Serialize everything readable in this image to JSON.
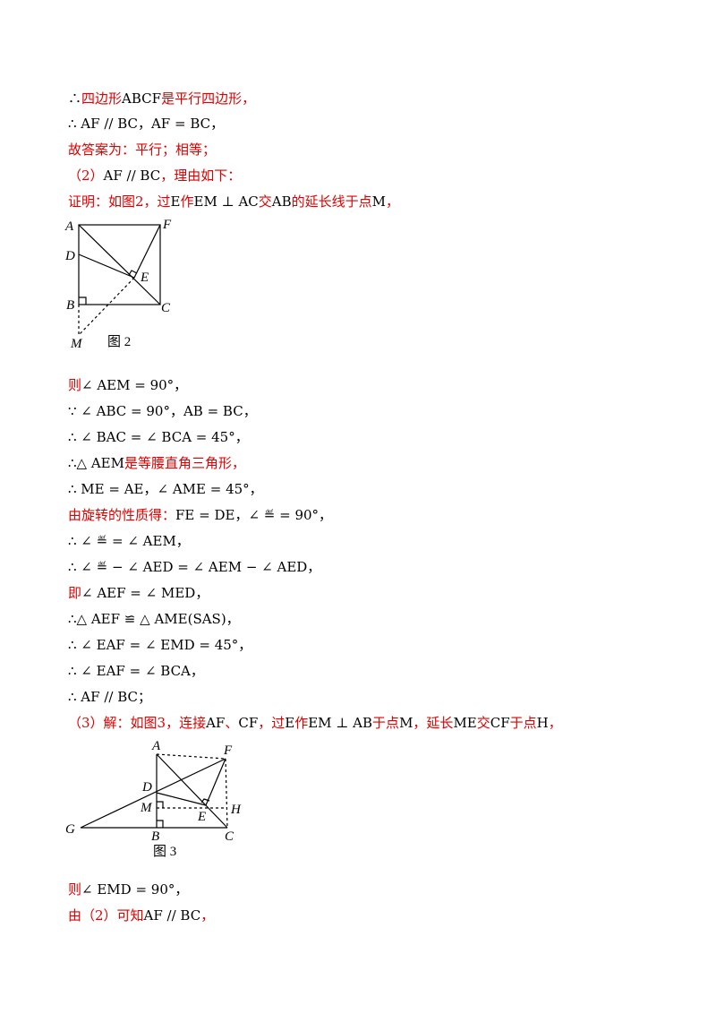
{
  "lines": [
    {
      "id": 1,
      "segments": [
        {
          "t": "∴",
          "c": "blk"
        },
        {
          "t": "四边形",
          "c": "red"
        },
        {
          "t": "ABCF",
          "c": "blk"
        },
        {
          "t": "是平行四边形，",
          "c": "red"
        }
      ]
    },
    {
      "id": 2,
      "segments": [
        {
          "t": "∴ AF // BC，AF = BC，",
          "c": "blk"
        }
      ]
    },
    {
      "id": 3,
      "segments": [
        {
          "t": "故答案为：平行；相等；",
          "c": "red"
        }
      ]
    },
    {
      "id": 4,
      "segments": [
        {
          "t": "（2）",
          "c": "red"
        },
        {
          "t": "AF // BC",
          "c": "blk"
        },
        {
          "t": "，理由如下：",
          "c": "red"
        }
      ]
    },
    {
      "id": 5,
      "segments": [
        {
          "t": "证明：如图2，过",
          "c": "red"
        },
        {
          "t": "E",
          "c": "blk"
        },
        {
          "t": "作",
          "c": "red"
        },
        {
          "t": "EM ⊥ AC",
          "c": "blk"
        },
        {
          "t": "交",
          "c": "red"
        },
        {
          "t": "AB",
          "c": "blk"
        },
        {
          "t": "的延长线于点",
          "c": "red"
        },
        {
          "t": "M",
          "c": "blk"
        },
        {
          "t": "，",
          "c": "red"
        }
      ]
    },
    {
      "id": 6,
      "segments": [
        {
          "t": "则",
          "c": "red"
        },
        {
          "t": "∠ AEM = 90°，",
          "c": "blk"
        }
      ]
    },
    {
      "id": 7,
      "segments": [
        {
          "t": "∵ ∠ ABC = 90°，AB = BC，",
          "c": "blk"
        }
      ]
    },
    {
      "id": 8,
      "segments": [
        {
          "t": "∴ ∠ BAC = ∠ BCA = 45°，",
          "c": "blk"
        }
      ]
    },
    {
      "id": 9,
      "segments": [
        {
          "t": "∴△ AEM",
          "c": "blk"
        },
        {
          "t": "是等腰直角三角形，",
          "c": "red"
        }
      ]
    },
    {
      "id": 10,
      "segments": [
        {
          "t": "∴ ME = AE，∠ AME = 45°，",
          "c": "blk"
        }
      ]
    },
    {
      "id": 11,
      "segments": [
        {
          "t": "由旋转的性质得：",
          "c": "red"
        },
        {
          "t": "FE = DE，∠ ≝ = 90°，",
          "c": "blk"
        }
      ]
    },
    {
      "id": 12,
      "segments": [
        {
          "t": "∴ ∠ ≝ = ∠ AEM，",
          "c": "blk"
        }
      ]
    },
    {
      "id": 13,
      "segments": [
        {
          "t": "∴ ∠ ≝ − ∠ AED = ∠ AEM − ∠ AED，",
          "c": "blk"
        }
      ]
    },
    {
      "id": 14,
      "segments": [
        {
          "t": "即",
          "c": "red"
        },
        {
          "t": "∠ AEF = ∠ MED，",
          "c": "blk"
        }
      ]
    },
    {
      "id": 15,
      "segments": [
        {
          "t": "∴△ AEF ≌ △ AME(SAS)，",
          "c": "blk"
        }
      ]
    },
    {
      "id": 16,
      "segments": [
        {
          "t": "∴ ∠ EAF = ∠ EMD = 45°，",
          "c": "blk"
        }
      ]
    },
    {
      "id": 17,
      "segments": [
        {
          "t": "∴ ∠ EAF = ∠ BCA，",
          "c": "blk"
        }
      ]
    },
    {
      "id": 18,
      "segments": [
        {
          "t": "∴ AF // BC；",
          "c": "blk"
        }
      ]
    },
    {
      "id": 19,
      "segments": [
        {
          "t": "（3）解：如图3，连接",
          "c": "red"
        },
        {
          "t": "AF",
          "c": "blk"
        },
        {
          "t": "、",
          "c": "red"
        },
        {
          "t": "CF",
          "c": "blk"
        },
        {
          "t": "，过",
          "c": "red"
        },
        {
          "t": "E",
          "c": "blk"
        },
        {
          "t": "作",
          "c": "red"
        },
        {
          "t": "EM ⊥ AB",
          "c": "blk"
        },
        {
          "t": "于点",
          "c": "red"
        },
        {
          "t": "M",
          "c": "blk"
        },
        {
          "t": "，延长",
          "c": "red"
        },
        {
          "t": "ME",
          "c": "blk"
        },
        {
          "t": "交",
          "c": "red"
        },
        {
          "t": "CF",
          "c": "blk"
        },
        {
          "t": "于点",
          "c": "red"
        },
        {
          "t": "H",
          "c": "blk"
        },
        {
          "t": "，",
          "c": "red"
        }
      ]
    },
    {
      "id": 20,
      "segments": [
        {
          "t": "则",
          "c": "red"
        },
        {
          "t": "∠ EMD = 90°，",
          "c": "blk"
        }
      ]
    },
    {
      "id": 21,
      "segments": [
        {
          "t": "由（2）可知",
          "c": "red"
        },
        {
          "t": "AF // BC",
          "c": "blk"
        },
        {
          "t": "，",
          "c": "red"
        }
      ]
    }
  ],
  "figure2": {
    "caption": "图 2",
    "labels": {
      "A": "A",
      "F": "F",
      "D": "D",
      "E": "E",
      "B": "B",
      "C": "C",
      "M": "M"
    }
  },
  "figure3": {
    "caption": "图 3",
    "labels": {
      "A": "A",
      "F": "F",
      "D": "D",
      "M": "M",
      "E": "E",
      "H": "H",
      "G": "G",
      "B": "B",
      "C": "C"
    }
  }
}
